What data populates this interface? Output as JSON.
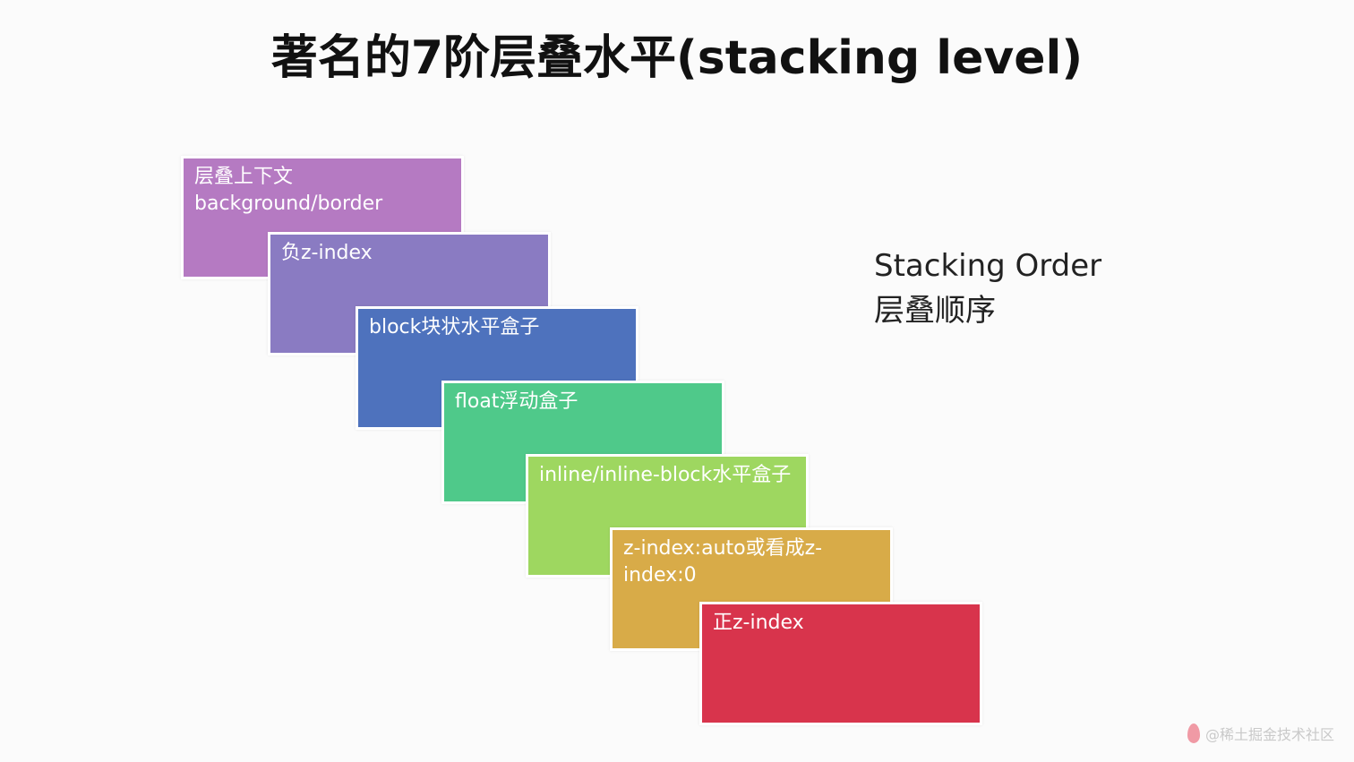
{
  "title": "著名的7阶层叠水平(stacking level)",
  "layers": [
    {
      "text": "层叠上下文\nbackground/border",
      "color": "#b57ac2"
    },
    {
      "text": "负z-index",
      "color": "#8a7bc2"
    },
    {
      "text": "block块状水平盒子",
      "color": "#4e72bd"
    },
    {
      "text": "float浮动盒子",
      "color": "#4fc98a"
    },
    {
      "text": "inline/inline-block水平盒子",
      "color": "#9ed760"
    },
    {
      "text": "z-index:auto或看成z-index:0",
      "color": "#d8ab48"
    },
    {
      "text": "正z-index",
      "color": "#d8344c"
    }
  ],
  "order_label": {
    "en": "Stacking Order",
    "zh": "层叠顺序"
  },
  "watermark": "@稀土掘金技术社区"
}
